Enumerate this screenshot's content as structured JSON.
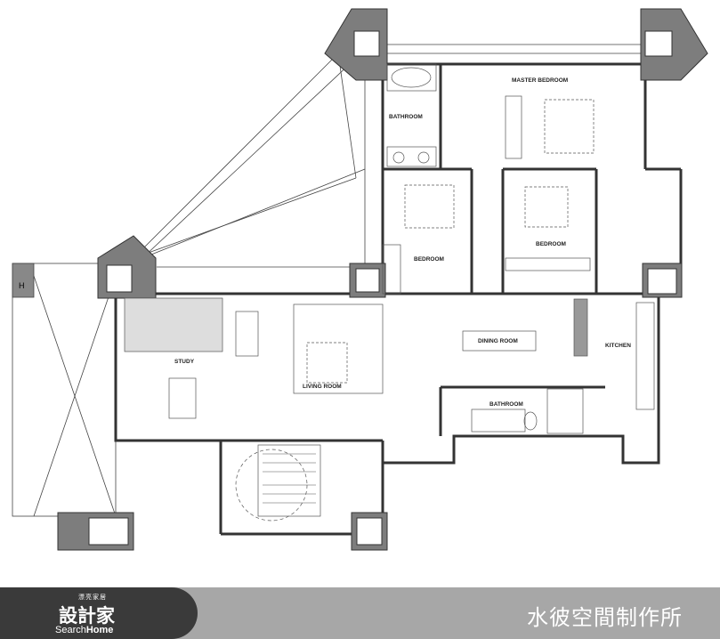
{
  "rooms": {
    "master_bedroom": "MASTER BEDROOM",
    "bathroom_upper": "BATHROOM",
    "bedroom_1": "BEDROOM",
    "bedroom_2": "BEDROOM",
    "study": "STUDY",
    "living_room": "LIVING ROOM",
    "dining_room": "DINING ROOM",
    "kitchen": "KITCHEN",
    "bathroom_lower": "BATHROOM"
  },
  "marker": {
    "h": "H"
  },
  "footer": {
    "logo_small": "漂亮家居",
    "logo_main": "設計家",
    "logo_sub_prefix": "Search",
    "logo_sub_bold": "Home",
    "company": "水彼空間制作所"
  },
  "colors": {
    "wall": "#333333",
    "column": "#7d7d7d",
    "footer_dark": "#3a3a3a",
    "footer_light": "#a7a7a7"
  }
}
